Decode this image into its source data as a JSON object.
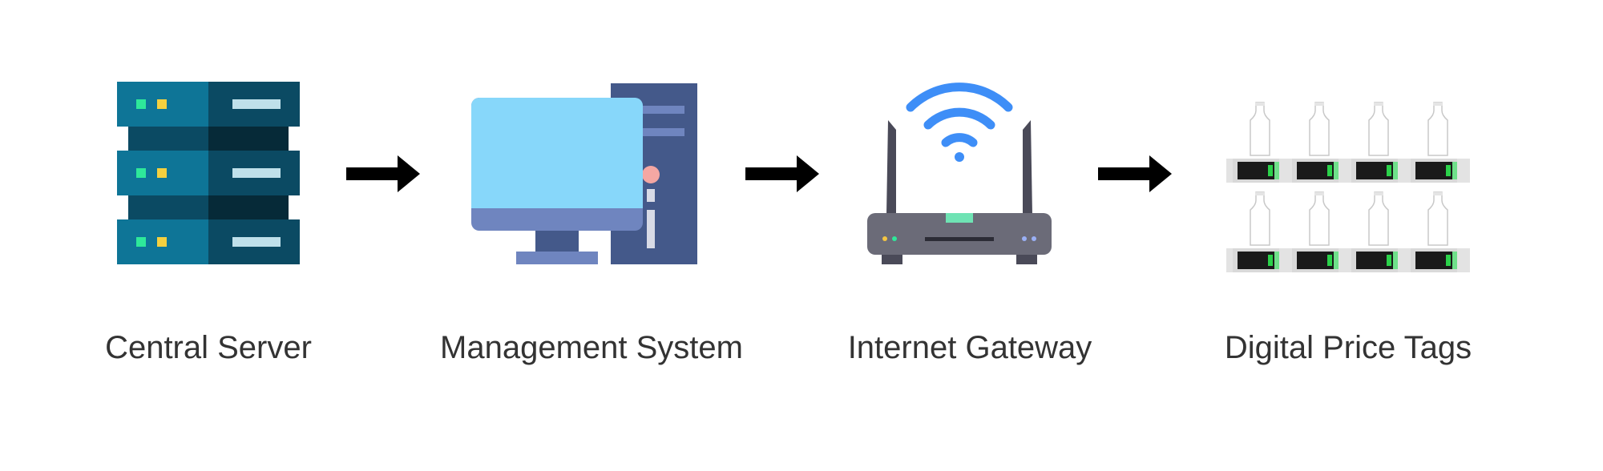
{
  "nodes": [
    {
      "id": "central-server",
      "label": "Central Server",
      "icon": "server-rack-icon"
    },
    {
      "id": "management-system",
      "label": "Management System",
      "icon": "desktop-computer-icon"
    },
    {
      "id": "internet-gateway",
      "label": "Internet Gateway",
      "icon": "wifi-router-icon"
    },
    {
      "id": "digital-price-tags",
      "label": "Digital Price Tags",
      "icon": "price-tag-shelf-icon"
    }
  ],
  "edges": [
    {
      "from": "central-server",
      "to": "management-system"
    },
    {
      "from": "management-system",
      "to": "internet-gateway"
    },
    {
      "from": "internet-gateway",
      "to": "digital-price-tags"
    }
  ],
  "colors": {
    "server_dark": "#0b4a63",
    "server_light": "#0e7597",
    "monitor_screen": "#87d7fa",
    "monitor_frame": "#6f85bf",
    "tower": "#44598a",
    "router_body": "#6b6b78",
    "wifi": "#3e8ef7",
    "arrow": "#000000",
    "label_text": "#333333"
  }
}
